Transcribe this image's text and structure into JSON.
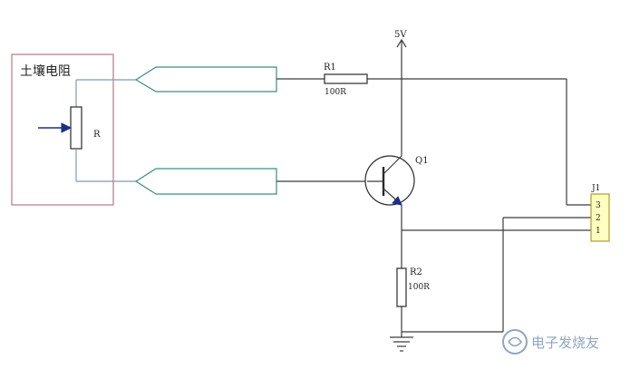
{
  "sensor": {
    "title": "土壤电阻",
    "resistor_label": "R"
  },
  "r1": {
    "ref": "R1",
    "value": "100R"
  },
  "r2": {
    "ref": "R2",
    "value": "100R"
  },
  "q1": {
    "ref": "Q1"
  },
  "power": {
    "label": "5V"
  },
  "connector": {
    "ref": "J1",
    "pins": [
      "3",
      "2",
      "1"
    ]
  },
  "watermark": {
    "text": "电子发烧友"
  },
  "colors": {
    "wire": "#3c3c3c",
    "box": "#b57a86",
    "probe": "#3a8f7e",
    "arrow": "#1a2e8a",
    "connector_fill": "#ffffc0"
  }
}
